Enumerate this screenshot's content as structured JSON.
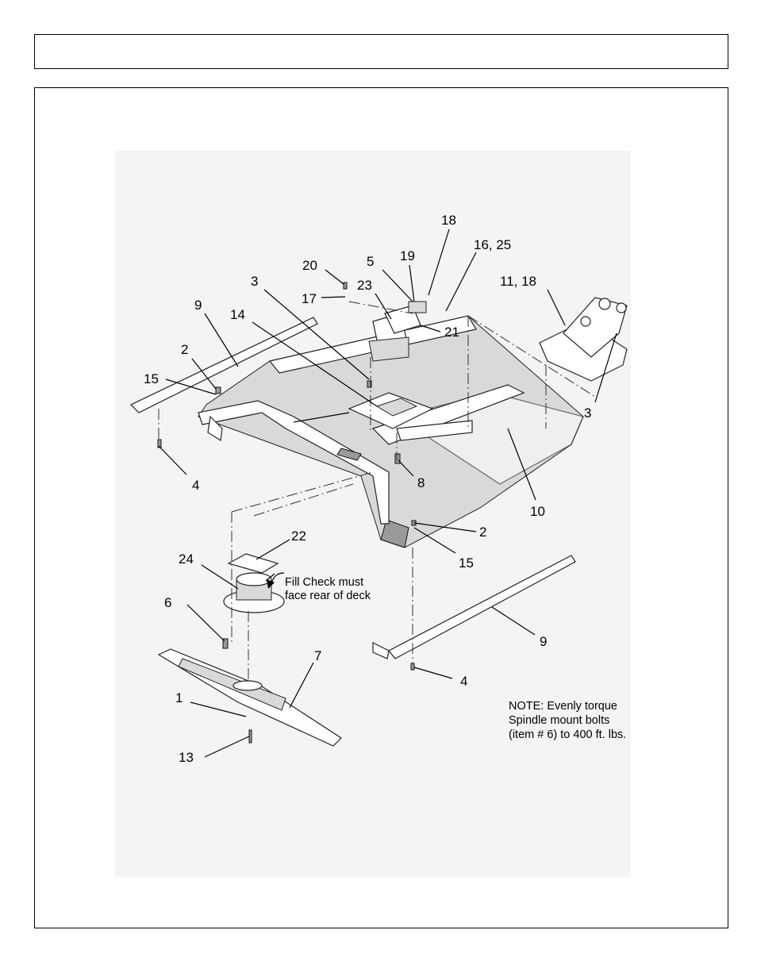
{
  "header": {
    "title": ""
  },
  "callouts": {
    "c18_top": "18",
    "c16_25": "16, 25",
    "c19": "19",
    "c5": "5",
    "c20": "20",
    "c23": "23",
    "c17": "17",
    "c3_left": "3",
    "c11_18": "11, 18",
    "c9_left": "9",
    "c14": "14",
    "c21": "21",
    "c2_left": "2",
    "c15_left": "15",
    "c3_right": "3",
    "c4_left": "4",
    "c8": "8",
    "c10": "10",
    "c2_right": "2",
    "c15_right": "15",
    "c22": "22",
    "c24": "24",
    "c6": "6",
    "c9_right": "9",
    "c7": "7",
    "c4_right": "4",
    "c1": "1",
    "c13": "13"
  },
  "notes": {
    "fill_check_line1": "Fill Check must",
    "fill_check_line2": "face rear of deck",
    "torque_line1": "NOTE: Evenly torque",
    "torque_line2": "Spindle mount bolts",
    "torque_line3": "(item # 6) to 400 ft. lbs."
  }
}
